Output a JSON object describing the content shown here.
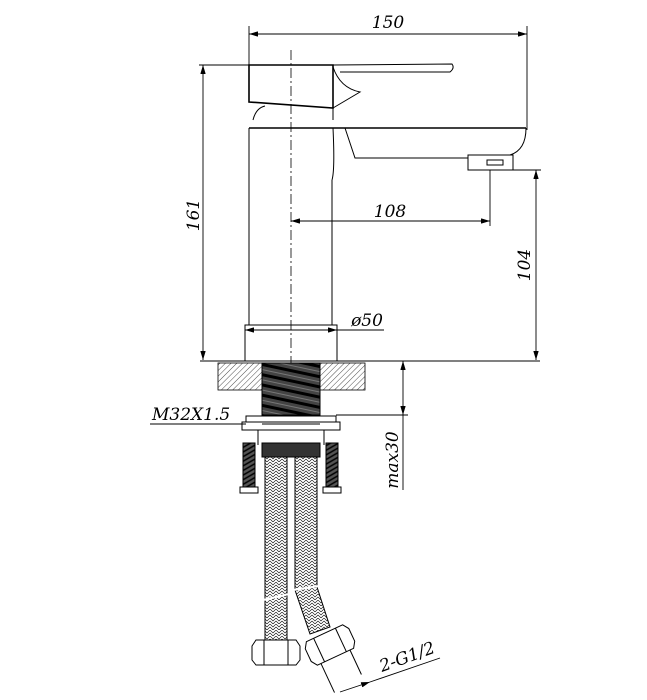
{
  "drawing": {
    "dimensions": {
      "overall_width": "150",
      "overall_height": "161",
      "spout_reach": "108",
      "spout_height": "104",
      "base_diameter": "ø50",
      "thread": "M32X1.5",
      "max_counter_thickness": "max30",
      "connection": "2-G1/2"
    },
    "colors": {
      "line": "#000000",
      "background": "#ffffff"
    }
  }
}
